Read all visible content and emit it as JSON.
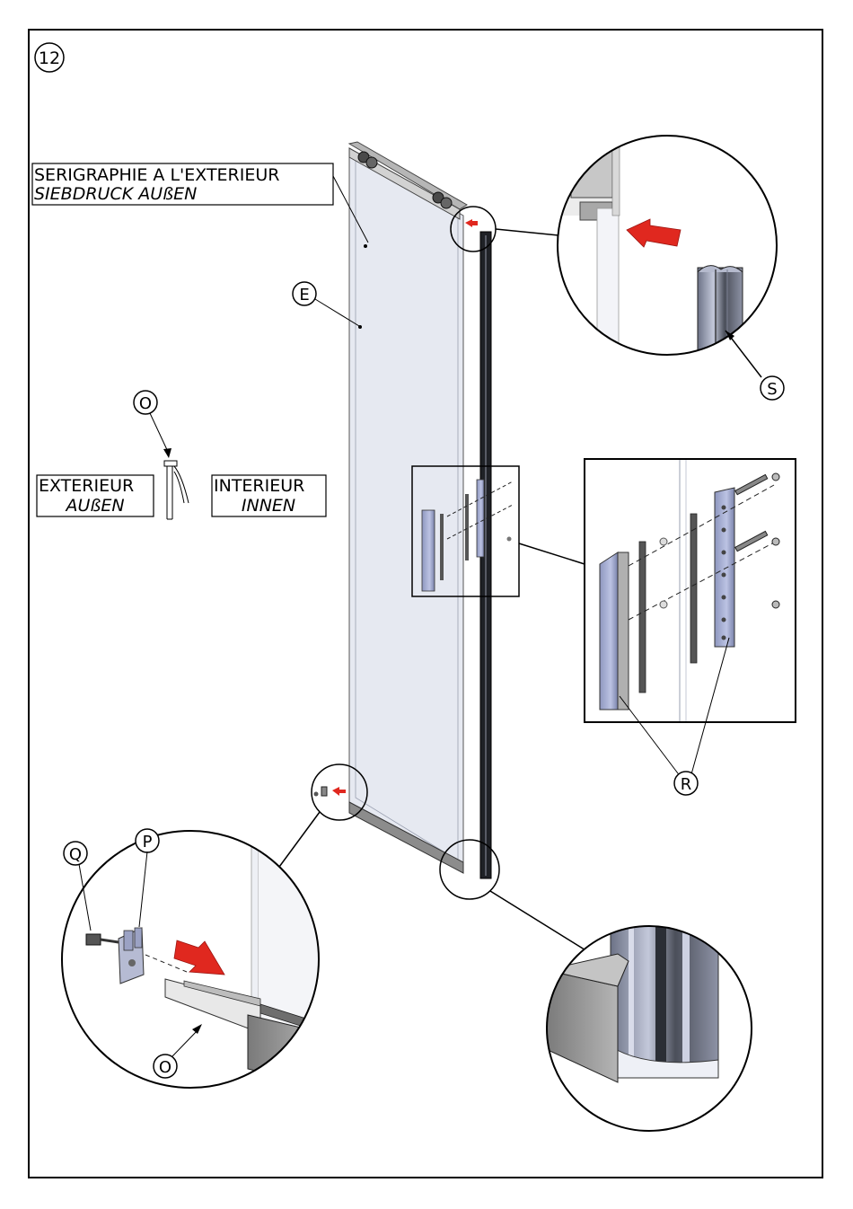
{
  "step_number": "12",
  "screen_print_note": {
    "line1": "SERIGRAPHIE A L'EXTERIEUR",
    "line2": "SIEBDRUCK AUßEN"
  },
  "orientation": {
    "outside_fr": "EXTERIEUR",
    "outside_de": "AUßEN",
    "inside_fr": "INTERIEUR",
    "inside_de": "INNEN"
  },
  "callouts": {
    "glass_panel": "E",
    "profile_o_top": "O",
    "profile_o_detail": "O",
    "seal_s": "S",
    "handle_r": "R",
    "screw_q": "Q",
    "clip_p": "P"
  },
  "colors": {
    "frame": "#000000",
    "glass": "#e4e7f0",
    "arrow_red": "#e0281f",
    "handle_blue": "#a9b1d6",
    "seal_dark": "#3a3d44",
    "metal_grey": "#9a9a9a"
  }
}
